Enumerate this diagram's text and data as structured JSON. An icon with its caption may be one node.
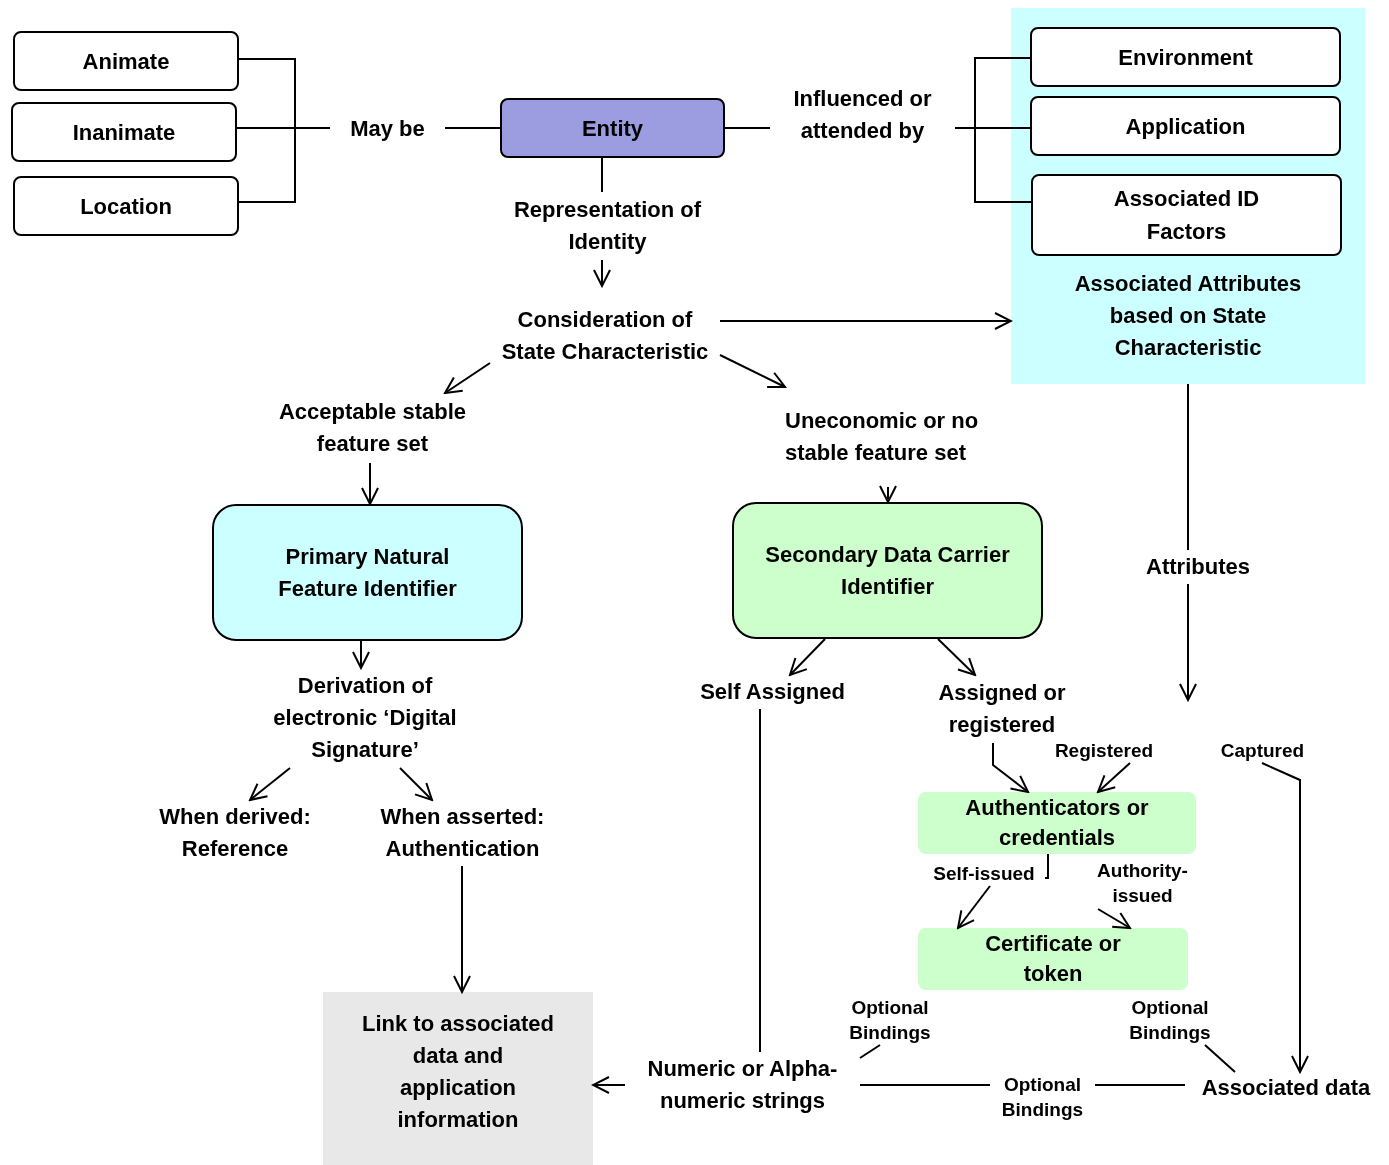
{
  "diagram": {
    "nodes": [
      {
        "text": [
          "Animate"
        ]
      },
      {
        "text": [
          "Inanimate"
        ]
      },
      {
        "text": [
          "Location"
        ]
      },
      {
        "text": [
          "May be"
        ]
      },
      {
        "text": [
          "Entity"
        ]
      },
      {
        "text": [
          "Influenced or attended by"
        ]
      },
      {
        "text": [
          "Associated Attributes based on State Characteristic"
        ]
      },
      {
        "text": [
          "Environment"
        ],
        "in": 6
      },
      {
        "text": [
          "Application"
        ],
        "in": 6
      },
      {
        "text": [
          "Associated ID Factors"
        ],
        "in": 6
      },
      {
        "text": [
          "Representation of Identity"
        ]
      },
      {
        "text": [
          "Consideration of State Characteristic"
        ]
      },
      {
        "text": [
          "Acceptable stable feature set"
        ]
      },
      {
        "text": [
          "Uneconomic or no stable feature set"
        ]
      },
      {
        "text": [
          "Primary Natural Feature Identifier"
        ]
      },
      {
        "text": [
          "Secondary Data Carrier Identifier"
        ]
      },
      {
        "text": [
          "Attributes"
        ]
      },
      {
        "text": [
          "Derivation of electronic ‘Digital Signature’"
        ]
      },
      {
        "text": [
          "Self Assigned"
        ]
      },
      {
        "text": [
          "Assigned or registered"
        ]
      },
      {
        "text": [
          "Registered"
        ]
      },
      {
        "text": [
          "Captured"
        ]
      },
      {
        "text": [
          "When derived: Reference"
        ]
      },
      {
        "text": [
          "When asserted: Authentication"
        ]
      },
      {
        "text": [
          "Authenticators or credentials"
        ]
      },
      {
        "text": [
          "Self-issued"
        ]
      },
      {
        "text": [
          "Authority-issued"
        ]
      },
      {
        "text": [
          "Certificate or token"
        ]
      },
      {
        "text": [
          "Link to associated data and application information"
        ]
      },
      {
        "text": [
          "Numeric or Alpha-numeric strings"
        ]
      },
      {
        "text": [
          "Optional Bindings"
        ]
      },
      {
        "text": [
          "Optional Bindings"
        ]
      },
      {
        "text": [
          "Optional Bindings"
        ]
      },
      {
        "text": [
          "Associated data"
        ]
      }
    ],
    "edges": [
      {
        "from": 0,
        "to": 3,
        "arrow": "none"
      },
      {
        "from": 1,
        "to": 3,
        "arrow": "none"
      },
      {
        "from": 2,
        "to": 3,
        "arrow": "none"
      },
      {
        "from": 3,
        "to": 4,
        "arrow": "none"
      },
      {
        "from": 4,
        "to": 5,
        "arrow": "none"
      },
      {
        "from": 5,
        "to": 7,
        "arrow": "none"
      },
      {
        "from": 5,
        "to": 8,
        "arrow": "none"
      },
      {
        "from": 5,
        "to": 9,
        "arrow": "none"
      },
      {
        "from": 4,
        "to": 10,
        "arrow": "none"
      },
      {
        "from": 10,
        "to": 11,
        "arrow": "to"
      },
      {
        "from": 11,
        "to": 6,
        "arrow": "to"
      },
      {
        "from": 11,
        "to": 12,
        "arrow": "to"
      },
      {
        "from": 11,
        "to": 13,
        "arrow": "to"
      },
      {
        "from": 12,
        "to": 14,
        "arrow": "to"
      },
      {
        "from": 13,
        "to": 15,
        "arrow": "to"
      },
      {
        "from": 6,
        "to": 16,
        "arrow": "none"
      },
      {
        "from": 16,
        "to": null,
        "arrow": "to"
      },
      {
        "from": 14,
        "to": 17,
        "arrow": "to"
      },
      {
        "from": 17,
        "to": 22,
        "arrow": "to"
      },
      {
        "from": 17,
        "to": 23,
        "arrow": "to"
      },
      {
        "from": 15,
        "to": 18,
        "arrow": "to"
      },
      {
        "from": 15,
        "to": 19,
        "arrow": "to"
      },
      {
        "from": 19,
        "to": 24,
        "arrow": "to"
      },
      {
        "from": 20,
        "to": 24,
        "arrow": "to"
      },
      {
        "from": 21,
        "to": 33,
        "arrow": "to"
      },
      {
        "from": 24,
        "to": 25,
        "arrow": "none"
      },
      {
        "from": 25,
        "to": 27,
        "arrow": "to"
      },
      {
        "from": 26,
        "to": 27,
        "arrow": "to"
      },
      {
        "from": 23,
        "to": 28,
        "arrow": "to"
      },
      {
        "from": 18,
        "to": 29,
        "arrow": "none"
      },
      {
        "from": 29,
        "to": 28,
        "arrow": "to"
      },
      {
        "from": 29,
        "to": 30,
        "arrow": "none"
      },
      {
        "from": 29,
        "to": 31,
        "arrow": "none"
      },
      {
        "from": 31,
        "to": 33,
        "arrow": "none"
      },
      {
        "from": 32,
        "to": 33,
        "arrow": "none"
      }
    ]
  }
}
